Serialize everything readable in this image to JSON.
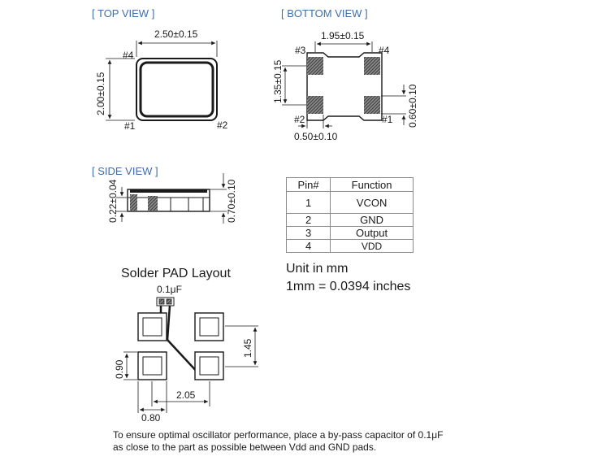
{
  "views": {
    "top": "[ TOP VIEW ]",
    "bottom": "[ BOTTOM  VIEW ]",
    "side": "[ SIDE VIEW ]"
  },
  "top_view": {
    "width_dim": "2.50±0.15",
    "height_dim": "2.00±0.15",
    "pins": {
      "p4": "#4",
      "p1": "#1",
      "p2": "#2"
    }
  },
  "bottom_view": {
    "pad_spacing_dim": "1.95±0.15",
    "pad_height_dim": "1.35±0.15",
    "pad_width_dim": "0.50±0.10",
    "pad_len_dim": "0.60±0.10",
    "pins": {
      "p3": "#3",
      "p4": "#4",
      "p2": "#2",
      "p1": "#1"
    }
  },
  "side_view": {
    "standoff_dim": "0.22±0.04",
    "height_dim": "0.70±0.10"
  },
  "pin_table": {
    "headers": [
      "Pin#",
      "Function"
    ],
    "rows": [
      [
        "1",
        "VCON"
      ],
      [
        "2",
        "GND"
      ],
      [
        "3",
        "Output"
      ],
      [
        "4",
        "VDD"
      ]
    ]
  },
  "units": {
    "unit_line": "Unit in mm",
    "conversion": "1mm = 0.0394 inches"
  },
  "solder_pad": {
    "title": "Solder PAD Layout",
    "cap_label": "0.1μF",
    "dim_pitch_v": "1.45",
    "dim_pad_h": "0.90",
    "dim_pitch_h": "2.05",
    "dim_pad_w": "0.80"
  },
  "note": {
    "line1": "To ensure optimal oscillator performance, place a by-pass capacitor of 0.1μF",
    "line2": "as close to the part as possible between Vdd and GND pads."
  }
}
